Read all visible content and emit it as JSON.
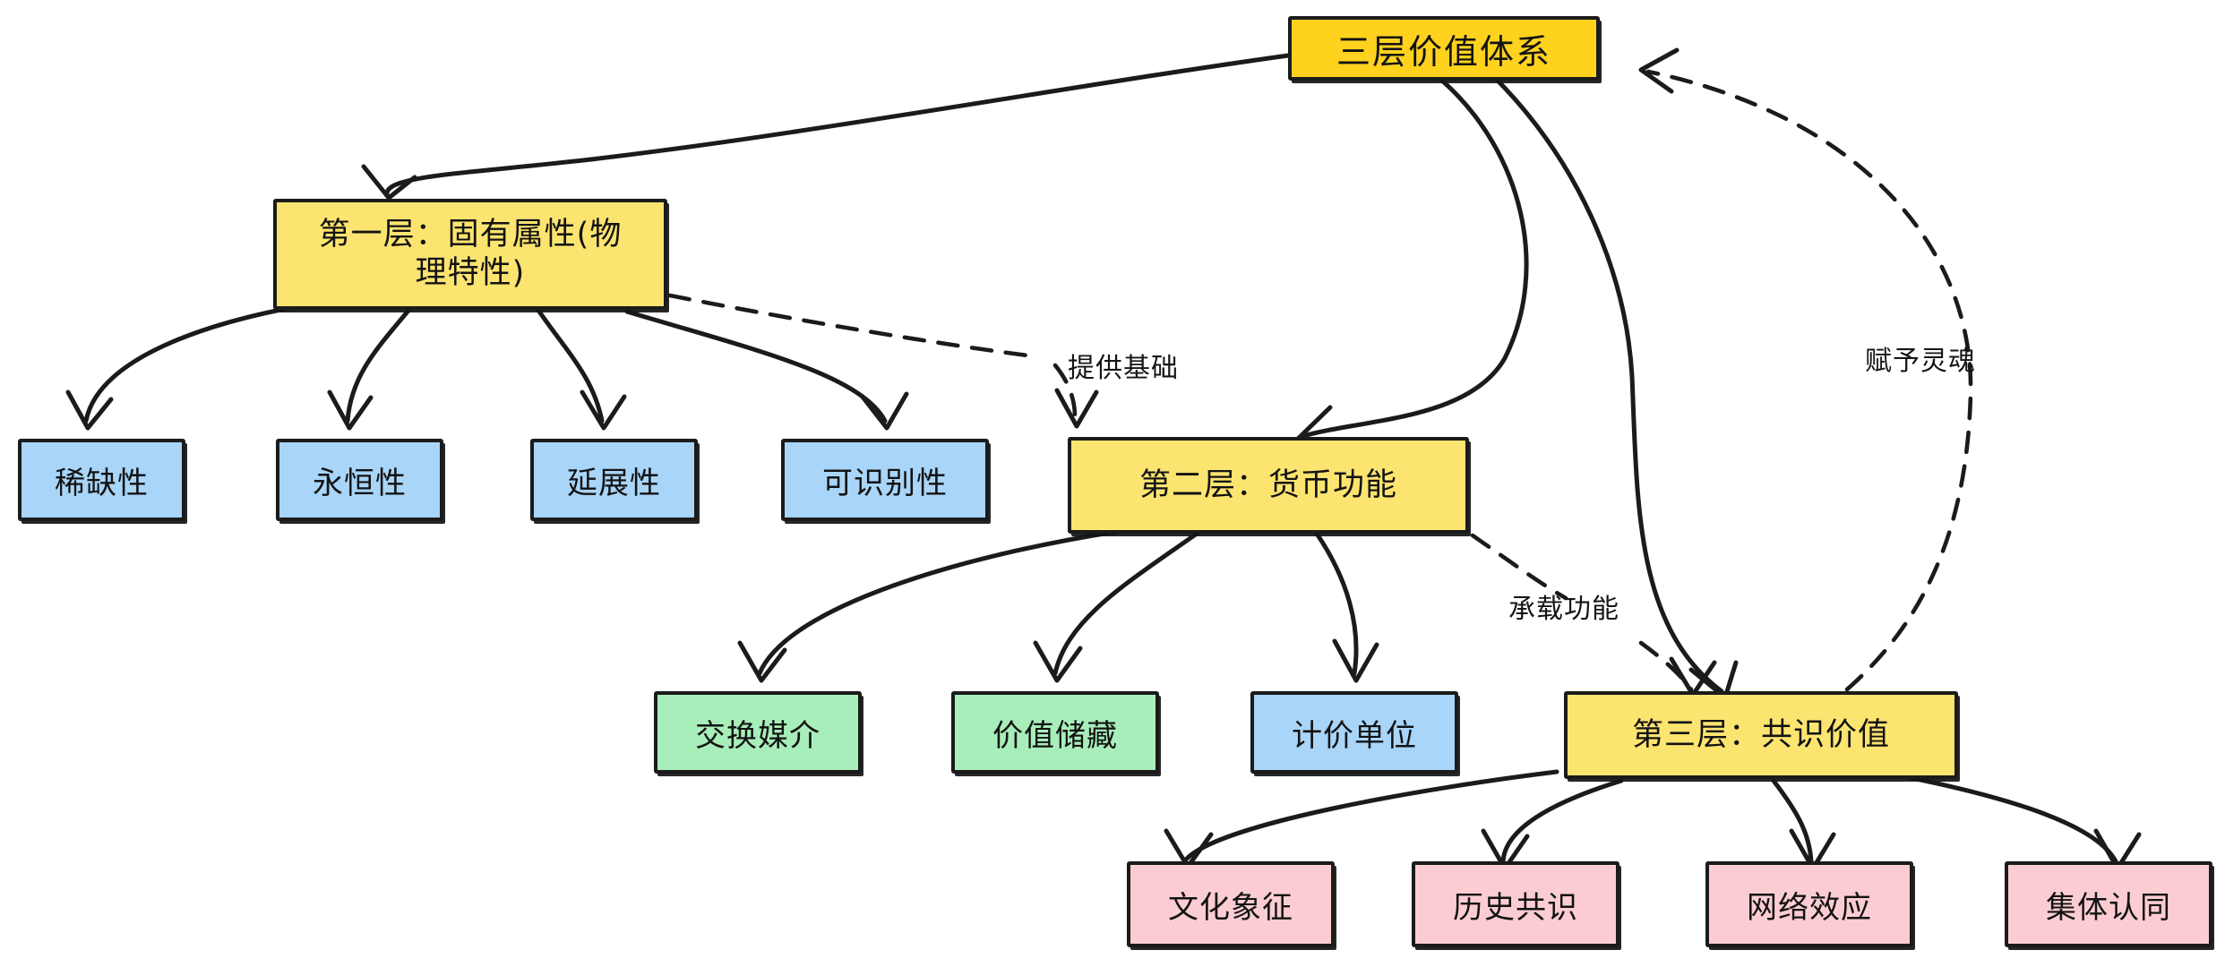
{
  "diagram": {
    "title": "三层价值体系",
    "type": "flowchart",
    "direction": "top-down",
    "background_color": "#ffffff",
    "palette": {
      "root_fill": "#ffd21e",
      "layer_fill": "#fce470",
      "attribute_fill": "#a8d5f8",
      "function_fill": "#a8eeba",
      "consensus_fill": "#fbcdd2",
      "stroke": "#1b1b1b",
      "text": "#131313"
    },
    "nodes": [
      {
        "id": "root",
        "label": "三层价值体系",
        "kind": "root",
        "fill": "#ffd21e"
      },
      {
        "id": "layer1",
        "label": "第一层：固有属性(物\n理特性)",
        "kind": "layer",
        "fill": "#fce470"
      },
      {
        "id": "layer2",
        "label": "第二层：货币功能",
        "kind": "layer",
        "fill": "#fce470"
      },
      {
        "id": "layer3",
        "label": "第三层：共识价值",
        "kind": "layer",
        "fill": "#fce470"
      },
      {
        "id": "n_scarcity",
        "label": "稀缺性",
        "kind": "attribute",
        "fill": "#a8d5f8"
      },
      {
        "id": "n_permanence",
        "label": "永恒性",
        "kind": "attribute",
        "fill": "#a8d5f8"
      },
      {
        "id": "n_ductility",
        "label": "延展性",
        "kind": "attribute",
        "fill": "#a8d5f8"
      },
      {
        "id": "n_recognizable",
        "label": "可识别性",
        "kind": "attribute",
        "fill": "#a8d5f8"
      },
      {
        "id": "n_medium",
        "label": "交换媒介",
        "kind": "function",
        "fill": "#a8eeba"
      },
      {
        "id": "n_store",
        "label": "价值储藏",
        "kind": "function",
        "fill": "#a8eeba"
      },
      {
        "id": "n_unit",
        "label": "计价单位",
        "kind": "function",
        "fill": "#a8d5f8"
      },
      {
        "id": "n_culture",
        "label": "文化象征",
        "kind": "consensus",
        "fill": "#fbcdd2"
      },
      {
        "id": "n_history",
        "label": "历史共识",
        "kind": "consensus",
        "fill": "#fbcdd2"
      },
      {
        "id": "n_network",
        "label": "网络效应",
        "kind": "consensus",
        "fill": "#fbcdd2"
      },
      {
        "id": "n_identity",
        "label": "集体认同",
        "kind": "consensus",
        "fill": "#fbcdd2"
      }
    ],
    "edges": [
      {
        "from": "root",
        "to": "layer1",
        "style": "solid",
        "label": ""
      },
      {
        "from": "root",
        "to": "layer2",
        "style": "solid",
        "label": ""
      },
      {
        "from": "root",
        "to": "layer3",
        "style": "solid",
        "label": ""
      },
      {
        "from": "layer1",
        "to": "n_scarcity",
        "style": "solid",
        "label": ""
      },
      {
        "from": "layer1",
        "to": "n_permanence",
        "style": "solid",
        "label": ""
      },
      {
        "from": "layer1",
        "to": "n_ductility",
        "style": "solid",
        "label": ""
      },
      {
        "from": "layer1",
        "to": "n_recognizable",
        "style": "solid",
        "label": ""
      },
      {
        "from": "layer2",
        "to": "n_medium",
        "style": "solid",
        "label": ""
      },
      {
        "from": "layer2",
        "to": "n_store",
        "style": "solid",
        "label": ""
      },
      {
        "from": "layer2",
        "to": "n_unit",
        "style": "solid",
        "label": ""
      },
      {
        "from": "layer3",
        "to": "n_culture",
        "style": "solid",
        "label": ""
      },
      {
        "from": "layer3",
        "to": "n_history",
        "style": "solid",
        "label": ""
      },
      {
        "from": "layer3",
        "to": "n_network",
        "style": "solid",
        "label": ""
      },
      {
        "from": "layer3",
        "to": "n_identity",
        "style": "solid",
        "label": ""
      },
      {
        "from": "layer1",
        "to": "layer2",
        "style": "dashed",
        "label": "提供基础"
      },
      {
        "from": "layer2",
        "to": "layer3",
        "style": "dashed",
        "label": "承载功能"
      },
      {
        "from": "layer3",
        "to": "root",
        "style": "dashed",
        "label": "赋予灵魂"
      }
    ],
    "edge_labels": {
      "provides_foundation": "提供基础",
      "carries_function": "承载功能",
      "gives_soul": "赋予灵魂"
    }
  }
}
